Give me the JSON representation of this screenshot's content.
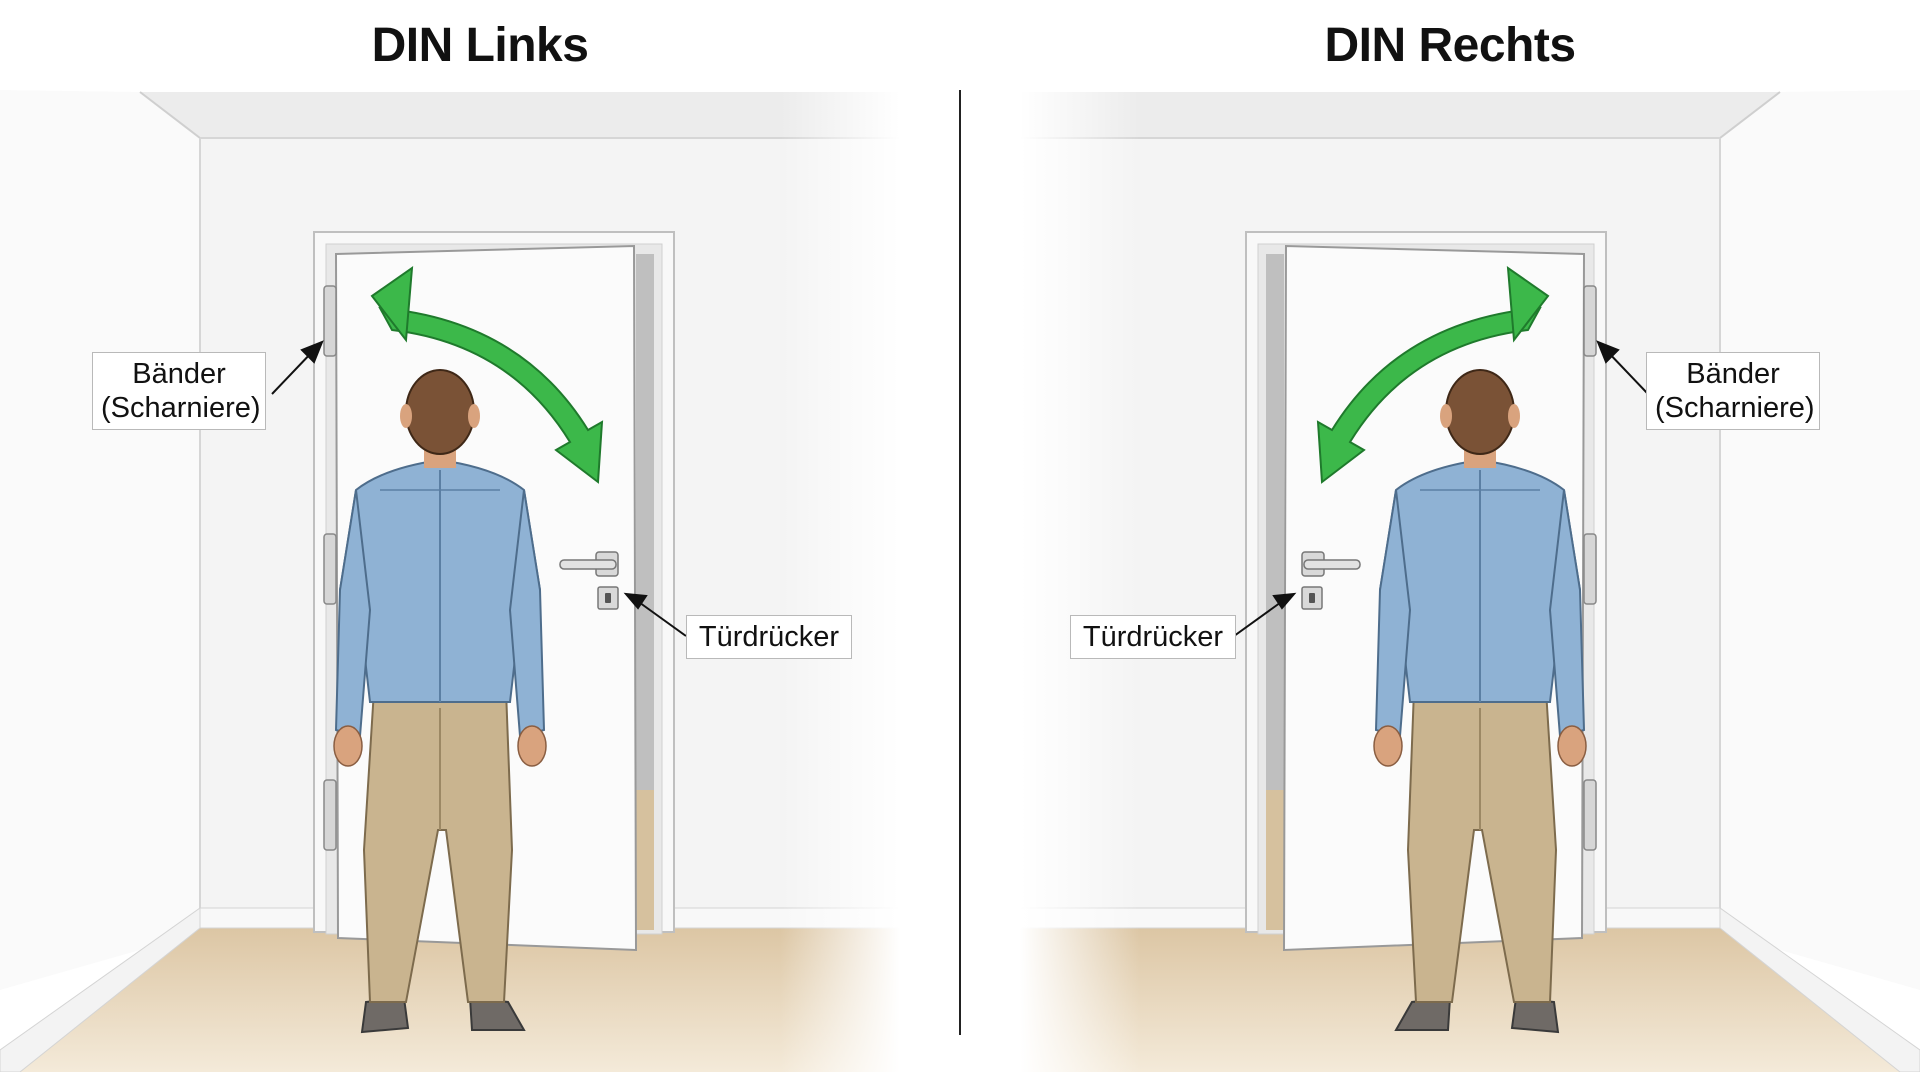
{
  "panels": {
    "left": {
      "title": "DIN Links",
      "hinge_label": "Bänder\n(Scharniere)",
      "hinge_line1": "Bänder",
      "hinge_line2": "(Scharniere)",
      "handle_label": "Türdrücker"
    },
    "right": {
      "title": "DIN Rechts",
      "hinge_label": "Bänder\n(Scharniere)",
      "hinge_line1": "Bänder",
      "hinge_line2": "(Scharniere)",
      "handle_label": "Türdrücker"
    }
  },
  "colors": {
    "arrow": "#3cb84a",
    "shirt": "#8fb2d4",
    "pants": "#c9b48f",
    "floor": "#e2cfb0",
    "wall": "#f3f3f3"
  }
}
